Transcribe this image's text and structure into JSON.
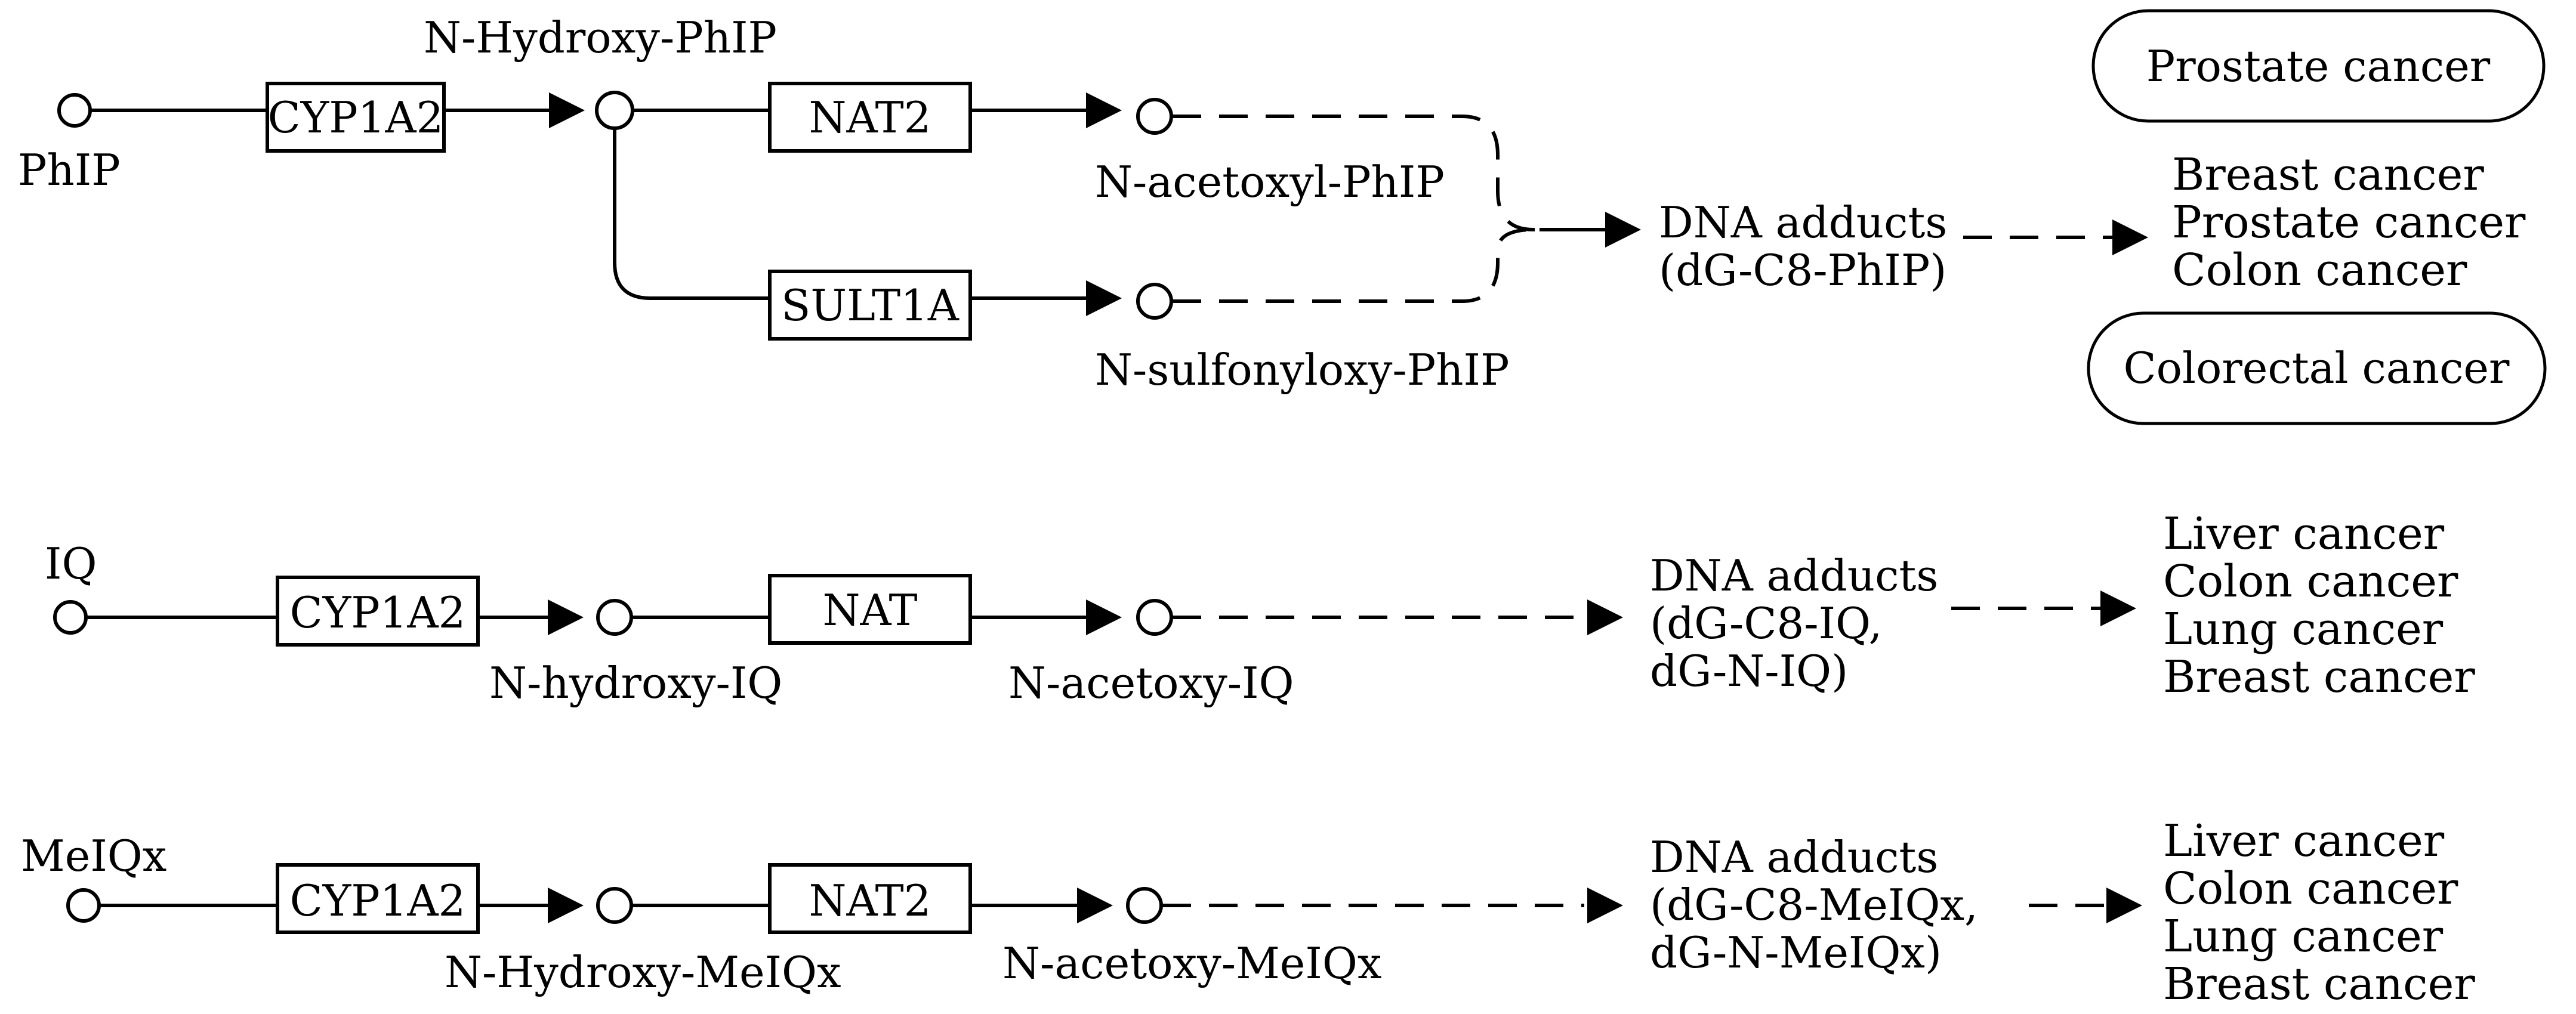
{
  "pathways": {
    "phip": {
      "substrate": "PhIP",
      "enzyme1": "CYP1A2",
      "intermediate": "N-Hydroxy-PhIP",
      "enzyme2a": "NAT2",
      "product_a": "N-acetoxyl-PhIP",
      "enzyme2b": "SULT1A",
      "product_b": "N-sulfonyloxy-PhIP",
      "adduct_line1": "DNA adducts",
      "adduct_line2": "(dG-C8-PhIP)",
      "diseases": [
        "Breast cancer",
        "Prostate cancer",
        "Colon cancer"
      ],
      "map_links": [
        "Prostate cancer",
        "Colorectal cancer"
      ]
    },
    "iq": {
      "substrate": "IQ",
      "enzyme1": "CYP1A2",
      "intermediate": "N-hydroxy-IQ",
      "enzyme2": "NAT",
      "product": "N-acetoxy-IQ",
      "adduct_lines": [
        "DNA adducts",
        "(dG-C8-IQ,",
        "dG-N-IQ)"
      ],
      "diseases": [
        "Liver cancer",
        "Colon cancer",
        "Lung cancer",
        "Breast cancer"
      ]
    },
    "meiqx": {
      "substrate": "MeIQx",
      "enzyme1": "CYP1A2",
      "intermediate": "N-Hydroxy-MeIQx",
      "enzyme2": "NAT2",
      "product": "N-acetoxy-MeIQx",
      "adduct_lines": [
        "DNA adducts",
        "(dG-C8-MeIQx,",
        "dG-N-MeIQx)"
      ],
      "diseases": [
        "Liver cancer",
        "Colon cancer",
        "Lung cancer",
        "Breast cancer"
      ]
    }
  }
}
